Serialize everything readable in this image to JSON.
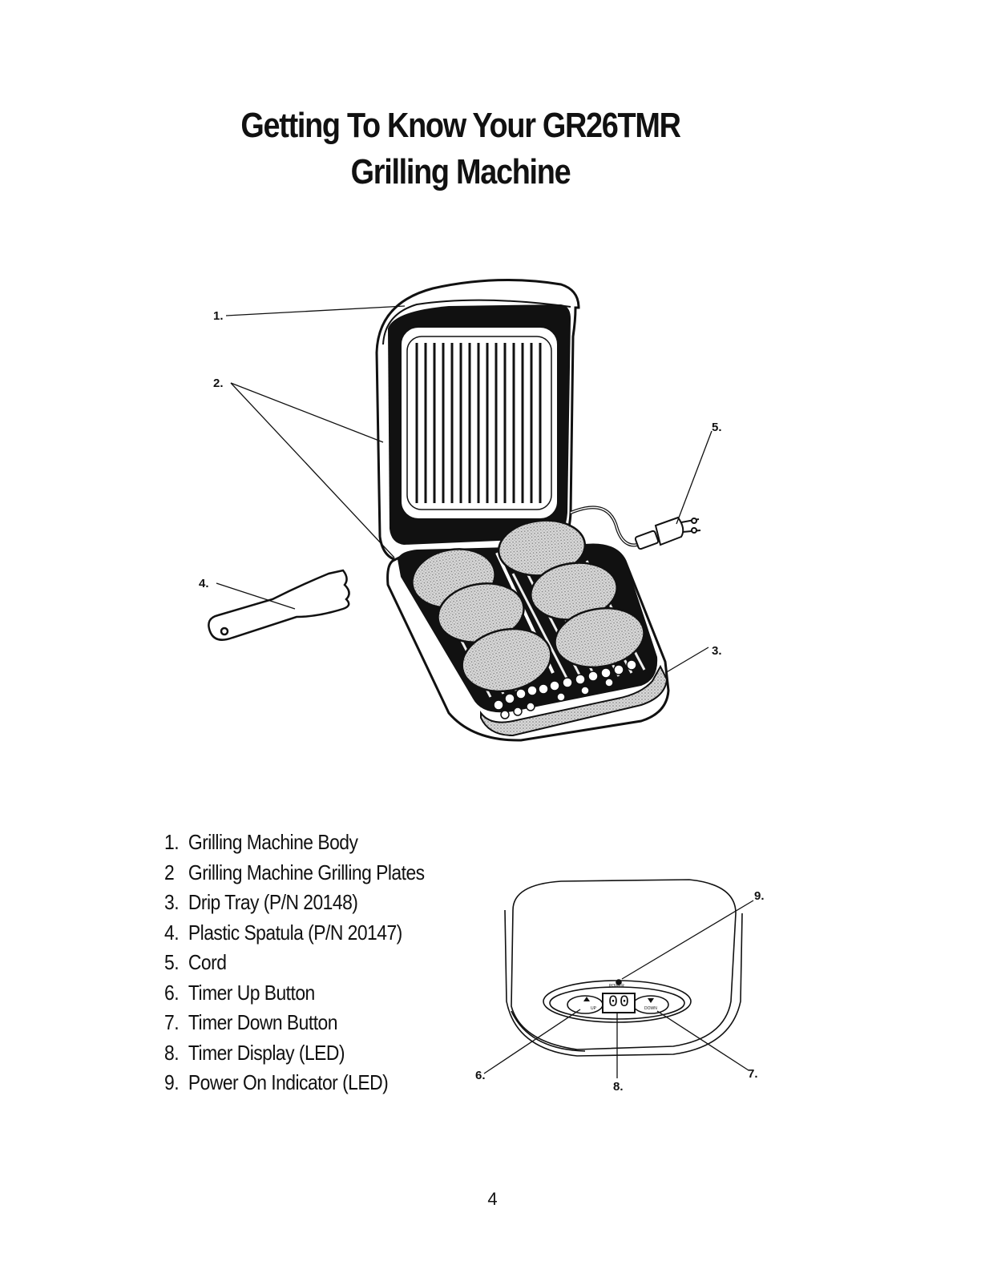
{
  "header": {
    "title_line1": "Getting To Know Your GR26TMR",
    "title_line2": "Grilling Machine"
  },
  "callouts": {
    "c1": "1.",
    "c2": "2.",
    "c3": "3.",
    "c4": "4.",
    "c5": "5.",
    "c6": "6.",
    "c7": "7.",
    "c8": "8.",
    "c9": "9."
  },
  "panel": {
    "power_label": "POWER",
    "up_label": "UP",
    "down_label": "DOWN",
    "display_value": "00"
  },
  "parts_list": [
    {
      "num": "1.",
      "label": "Grilling Machine Body"
    },
    {
      "num": "2",
      "label": "Grilling Machine Grilling Plates"
    },
    {
      "num": "3.",
      "label": "Drip Tray (P/N 20148)"
    },
    {
      "num": "4.",
      "label": "Plastic Spatula (P/N 20147)"
    },
    {
      "num": "5.",
      "label": "Cord"
    },
    {
      "num": "6.",
      "label": "Timer Up Button"
    },
    {
      "num": "7.",
      "label": "Timer Down Button"
    },
    {
      "num": "8.",
      "label": "Timer Display (LED)"
    },
    {
      "num": "9.",
      "label": "Power On Indicator (LED)"
    }
  ],
  "footer": {
    "page_number": "4"
  }
}
